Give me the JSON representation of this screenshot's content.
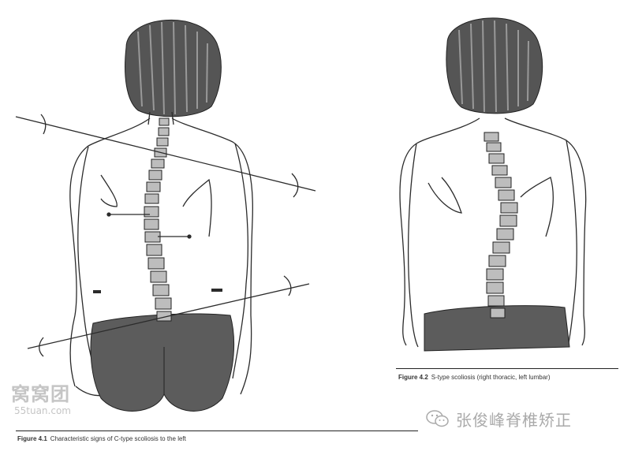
{
  "figures": [
    {
      "number": "Figure 4.1",
      "caption": "Characteristic signs of C-type scoliosis to the left"
    },
    {
      "number": "Figure 4.2",
      "caption": "S-type scoliosis (right thoracic, left lumbar)"
    }
  ],
  "watermarks": {
    "site_logo": "窝窝团",
    "site_url": "55tuan.com",
    "brand_text": "张俊峰脊椎矫正",
    "brand_icon": "wechat-icon"
  },
  "colors": {
    "line": "#2b2b2b",
    "hair": "#555555",
    "garment": "#5c5c5c",
    "vertebra": "#bdbdbd"
  }
}
